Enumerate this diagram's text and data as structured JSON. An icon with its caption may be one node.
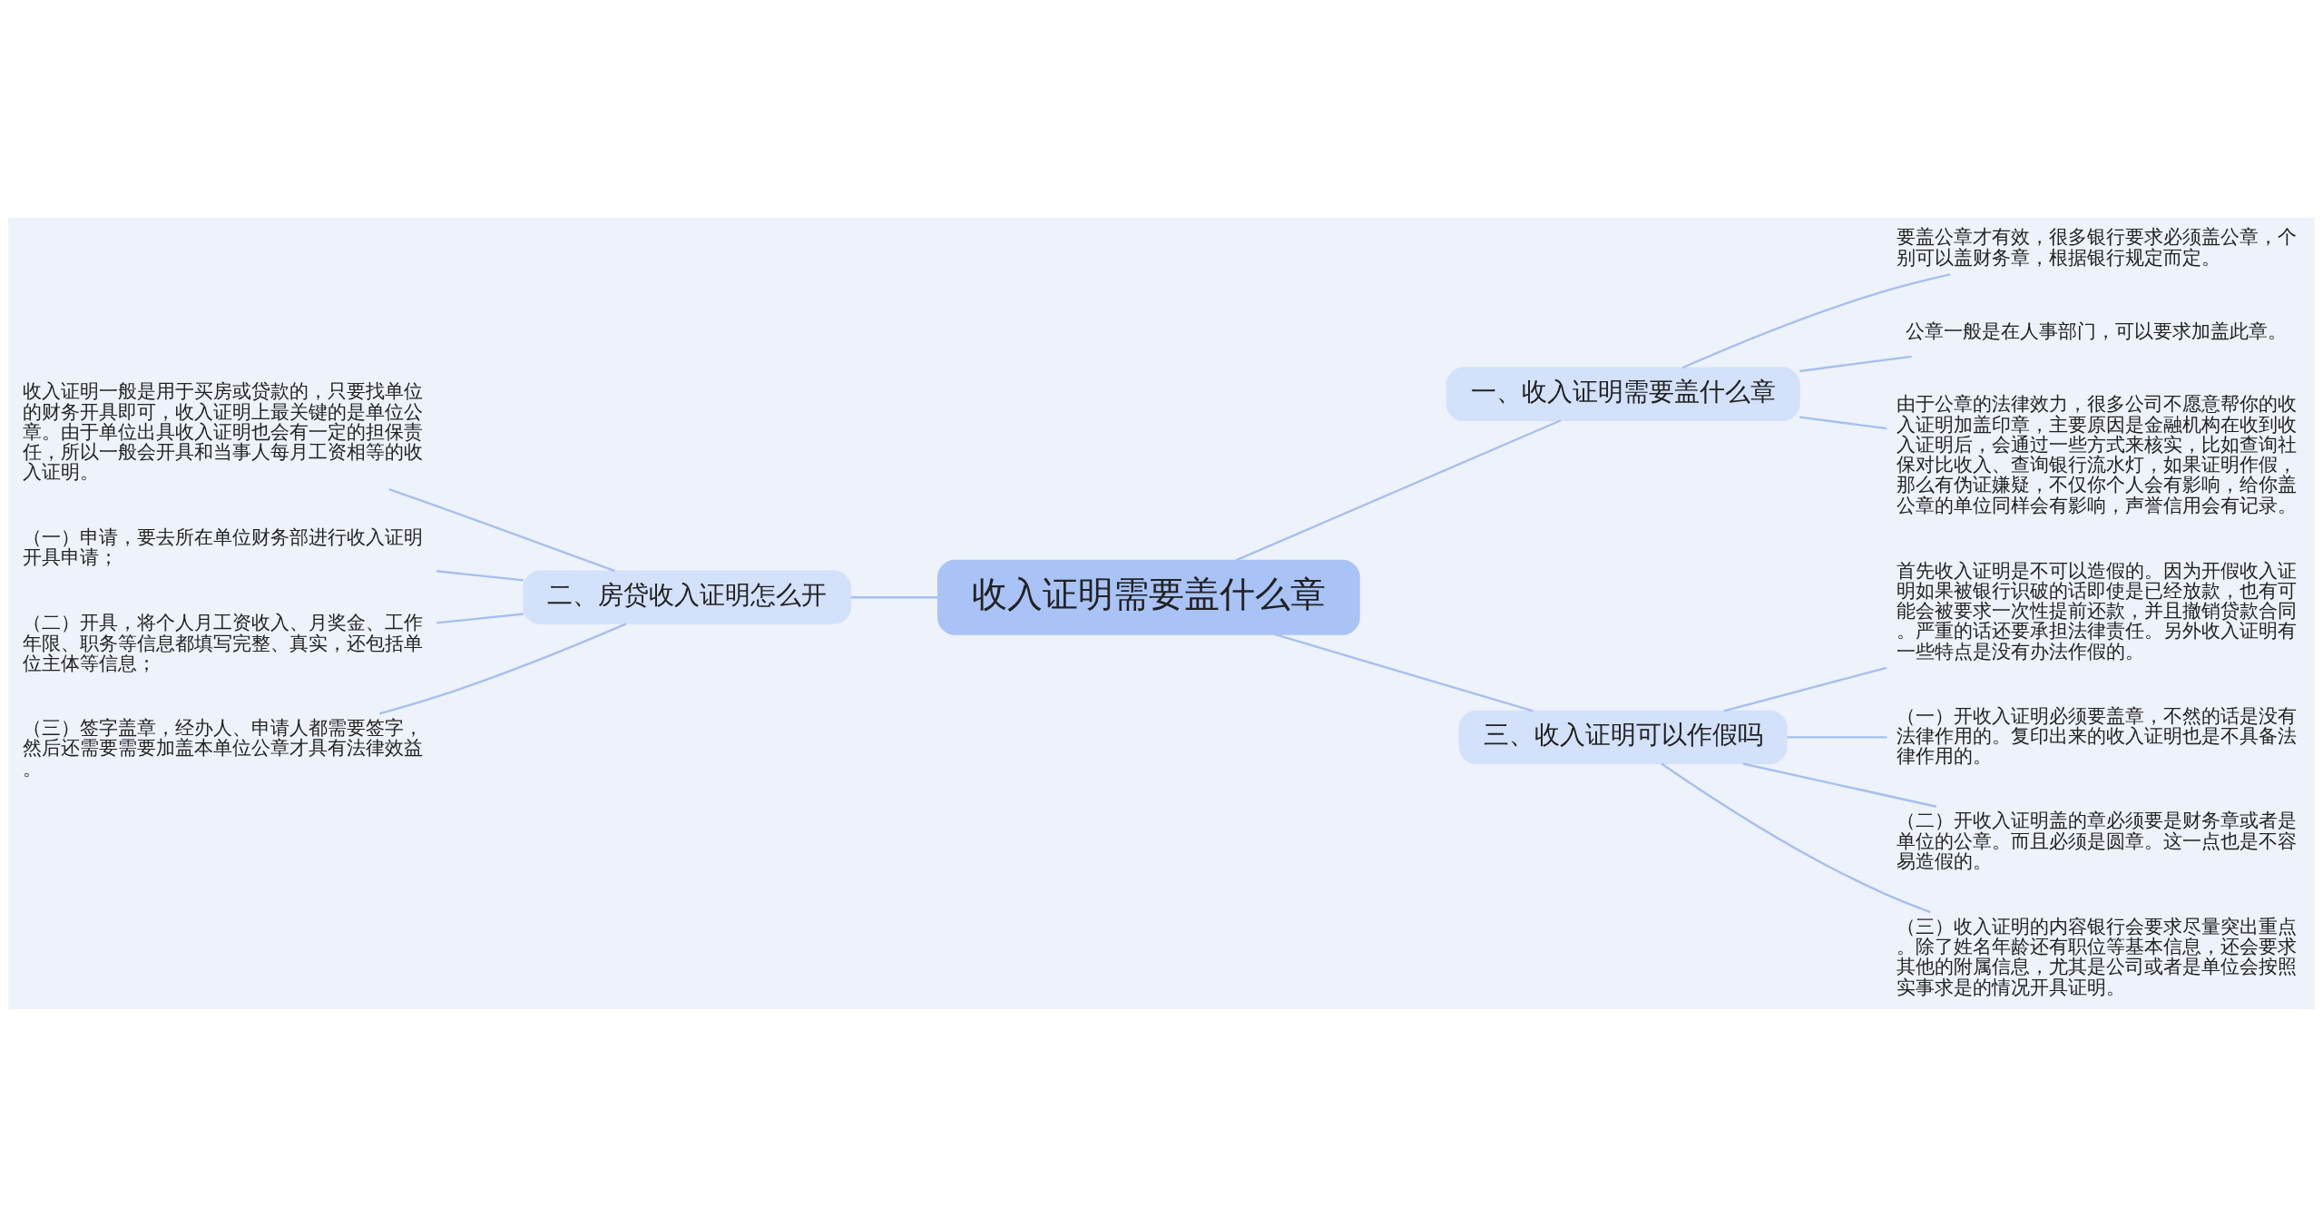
{
  "diagram": {
    "nodes": [
      {
        "text": [
          "收入证明需要盖什么章"
        ]
      },
      {
        "text": [
          "一、收入证明需要盖什么章"
        ]
      },
      {
        "text": [
          "要盖公章才有效，很多银行要求必须盖公章，个别可以盖财务章，根据银行规定而定。"
        ]
      },
      {
        "text": [
          "公章一般是在人事部门，可以要求加盖此章。"
        ]
      },
      {
        "text": [
          "由于公章的法律效力，很多公司不愿意帮你的收入证明加盖印章，主要原因是金融机构在收到收入证明后，会通过一些方式来核实，比如查询社保对比收入、查询银行流水灯，如果证明作假，那么有伪证嫌疑，不仅你个人会有影响，给你盖公章的单位同样会有影响，声誉信用会有记录。"
        ]
      },
      {
        "text": [
          "二、房贷收入证明怎么开"
        ]
      },
      {
        "text": [
          "收入证明一般是用于买房或贷款的，只要找单位的财务开具即可，收入证明上最关键的是单位公章。由于单位出具收入证明也会有一定的担保责任，所以一般会开具和当事人每月工资相等的收入证明。"
        ]
      },
      {
        "text": [
          "（一）申请，要去所在单位财务部进行收入证明开具申请；"
        ]
      },
      {
        "text": [
          "（二）开具，将个人月工资收入、月奖金、工作年限、职务等信息都填写完整、真实，还包括单位主体等信息；"
        ]
      },
      {
        "text": [
          "（三）签字盖章，经办人、申请人都需要签字，然后还需要需要加盖本单位公章才具有法律效益。"
        ]
      },
      {
        "text": [
          "三、收入证明可以作假吗"
        ]
      },
      {
        "text": [
          "首先收入证明是不可以造假的。因为开假收入证明如果被银行识破的话即使是已经放款，也有可能会被要求一次性提前还款，并且撤销贷款合同。严重的话还要承担法律责任。另外收入证明有一些特点是没有办法作假的。"
        ]
      },
      {
        "text": [
          "（一）开收入证明必须要盖章，不然的话是没有法律作用的。复印出来的收入证明也是不具备法律作用的。"
        ]
      },
      {
        "text": [
          "（二）开收入证明盖的章必须要是财务章或者是单位的公章。而且必须是圆章。这一点也是不容易造假的。"
        ]
      },
      {
        "text": [
          "（三）收入证明的内容银行会要求尽量突出重点。除了姓名年龄还有职位等基本信息，还会要求其他的附属信息，尤其是公司或者是单位会按照实事求是的情况开具证明。"
        ]
      }
    ],
    "edges": [
      {
        "from": 0,
        "to": 1,
        "arrow": "none"
      },
      {
        "from": 1,
        "to": 2,
        "arrow": "none"
      },
      {
        "from": 1,
        "to": 3,
        "arrow": "none"
      },
      {
        "from": 1,
        "to": 4,
        "arrow": "none"
      },
      {
        "from": 0,
        "to": 5,
        "arrow": "none"
      },
      {
        "from": 5,
        "to": 6,
        "arrow": "none"
      },
      {
        "from": 5,
        "to": 7,
        "arrow": "none"
      },
      {
        "from": 5,
        "to": 8,
        "arrow": "none"
      },
      {
        "from": 5,
        "to": 9,
        "arrow": "none"
      },
      {
        "from": 0,
        "to": 10,
        "arrow": "none"
      },
      {
        "from": 10,
        "to": 11,
        "arrow": "none"
      },
      {
        "from": 10,
        "to": 12,
        "arrow": "none"
      },
      {
        "from": 10,
        "to": 13,
        "arrow": "none"
      },
      {
        "from": 10,
        "to": 14,
        "arrow": "none"
      }
    ]
  }
}
